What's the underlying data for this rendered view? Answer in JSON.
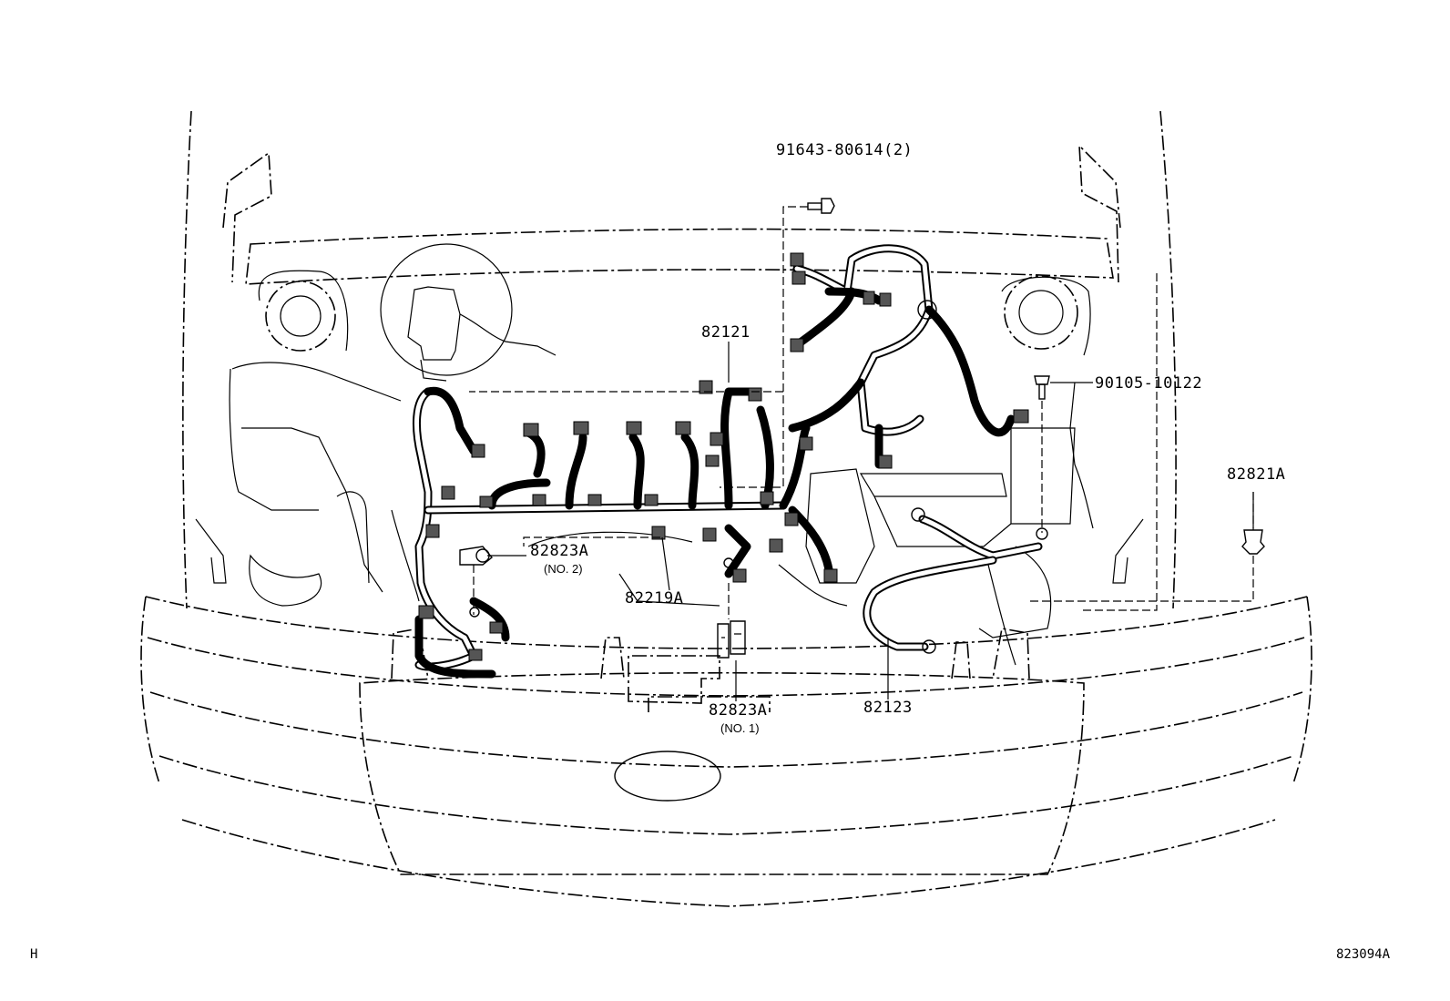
{
  "callouts": {
    "bolt_top": "91643-80614(2)",
    "engine_harness": "82121",
    "bolt_right": "90105-10122",
    "clamp_right": "82821A",
    "relay_no2": "82823A",
    "relay_no2_sub": "(NO. 2)",
    "wire_82219a": "82219A",
    "relay_no1": "82823A",
    "relay_no1_sub": "(NO. 1)",
    "battery_cable": "82123"
  },
  "corner": {
    "left": "H",
    "right": "823094A"
  }
}
